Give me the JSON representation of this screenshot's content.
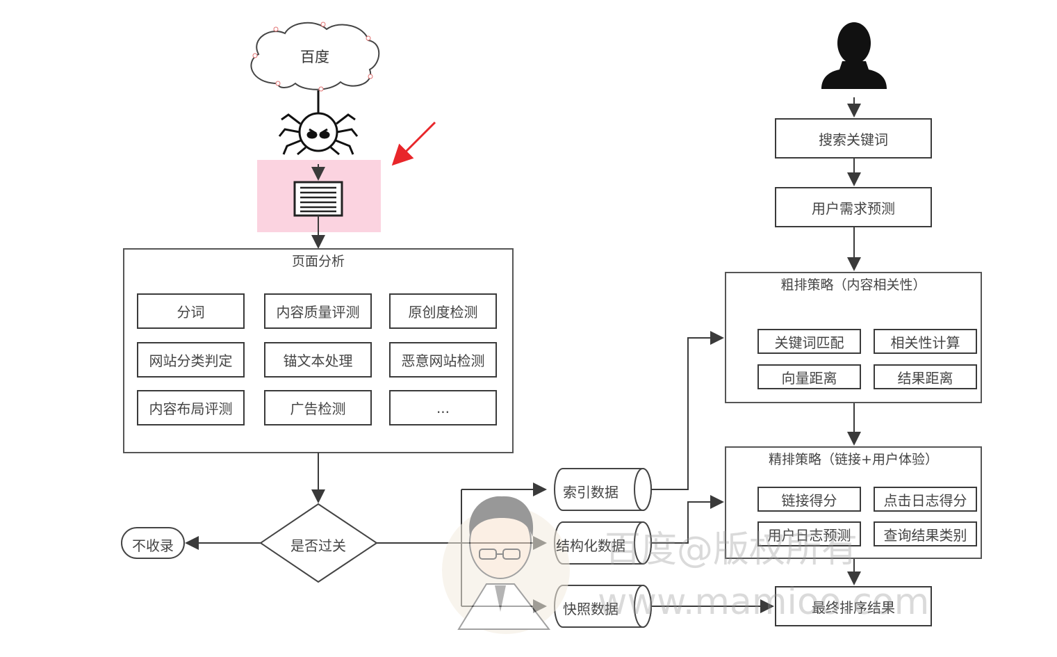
{
  "crawler": {
    "cloud_label": "百度"
  },
  "page_analysis": {
    "title": "页面分析",
    "items": [
      "分词",
      "内容质量评测",
      "原创度检测",
      "网站分类判定",
      "锚文本处理",
      "恶意网站检测",
      "内容布局评测",
      "广告检测",
      "..."
    ]
  },
  "decision": {
    "label": "是否过关",
    "reject_label": "不收录"
  },
  "data_stores": [
    "索引数据",
    "结构化数据",
    "快照数据"
  ],
  "user_flow": {
    "search_keyword": "搜索关键词",
    "demand_predict": "用户需求预测",
    "final_result": "最终排序结果"
  },
  "coarse_ranking": {
    "title": "粗排策略（内容相关性）",
    "items": [
      "关键词匹配",
      "相关性计算",
      "向量距离",
      "结果距离"
    ]
  },
  "fine_ranking": {
    "title": "精排策略（链接+用户体验）",
    "items": [
      "链接得分",
      "点击日志得分",
      "用户日志预测",
      "查询结果类别"
    ]
  },
  "watermark": {
    "line1": "百度@版权所有",
    "line2": "www.mamioo.com"
  },
  "colors": {
    "highlight": "#fbd3e0",
    "arrow_red": "#e8262a",
    "line": "#3a3a3a"
  }
}
